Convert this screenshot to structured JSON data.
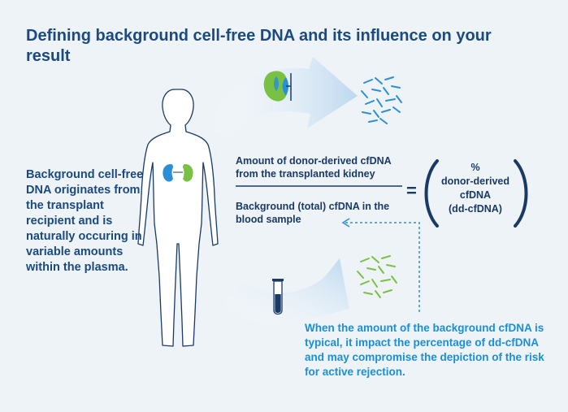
{
  "title": "Defining background cell-free DNA and its influence on your result",
  "left_text": "Background cell-free DNA originates from the transplant recipient and is naturally occuring in variable amounts within the plasma.",
  "formula": {
    "numerator": "Amount of donor-derived cfDNA from the transplanted kidney",
    "denominator": "Background (total) cfDNA in the blood sample",
    "equals": "=",
    "result_line1": "%",
    "result_line2": "donor-derived",
    "result_line3": "cfDNA",
    "result_line4": "(dd-cfDNA)"
  },
  "note": "When the amount of the background cfDNA is typical, it impact the percentage of dd-cfDNA and may compromise the depiction of the risk for active rejection.",
  "colors": {
    "title": "#1a4a80",
    "note": "#1a8fd6",
    "kidney_blue": "#2b8fd6",
    "kidney_green": "#79c142"
  },
  "icons": [
    "human-silhouette-icon",
    "kidney-icon",
    "test-tube-icon",
    "dna-fragments-icon",
    "curved-arrow-icon"
  ]
}
